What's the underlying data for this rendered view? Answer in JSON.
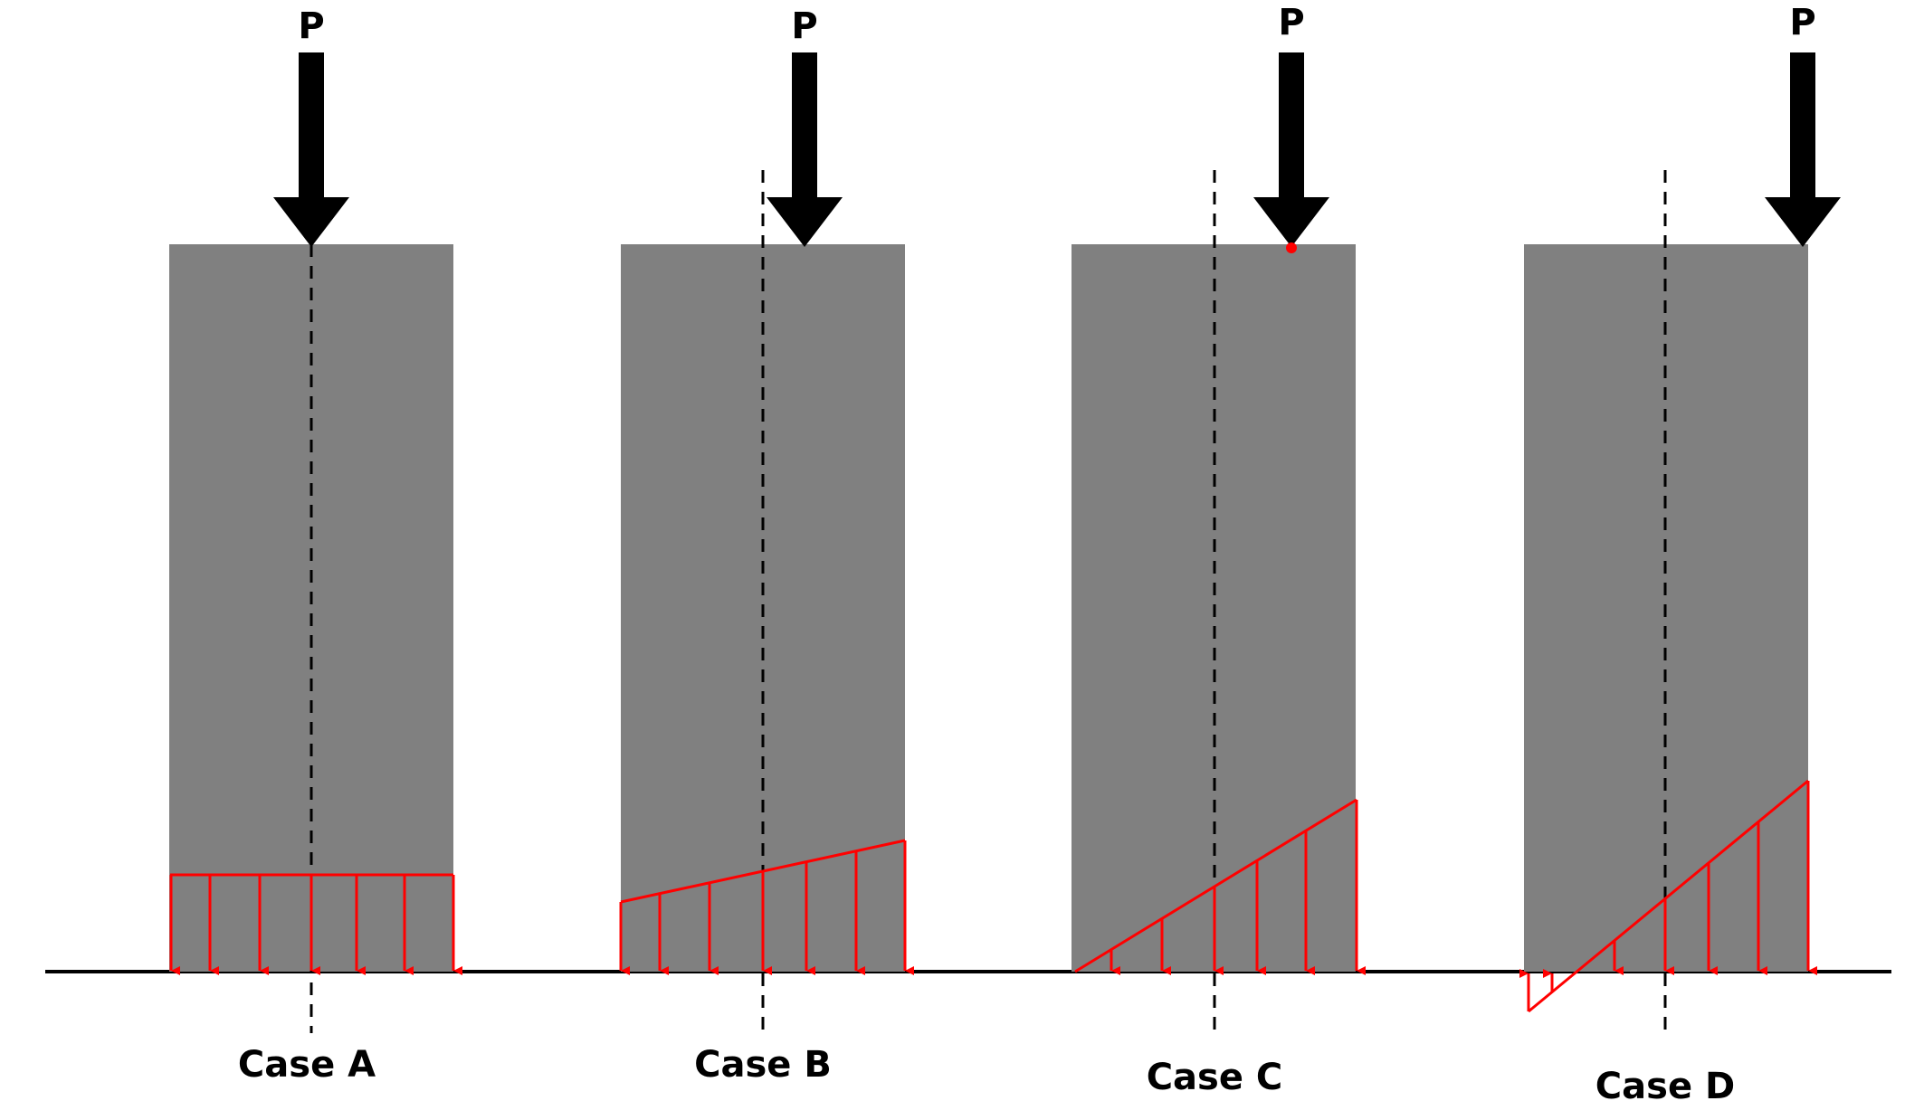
{
  "load_label": "P",
  "colors": {
    "column": "#808080",
    "pressure": "#ff0000",
    "arrow": "#000000",
    "ground": "#000000"
  },
  "cases": [
    {
      "label": "Case A",
      "pressure_distribution": "uniform"
    },
    {
      "label": "Case B",
      "pressure_distribution": "trapezoidal"
    },
    {
      "label": "Case C",
      "pressure_distribution": "triangular"
    },
    {
      "label": "Case D",
      "pressure_distribution": "triangular-with-tension"
    }
  ]
}
